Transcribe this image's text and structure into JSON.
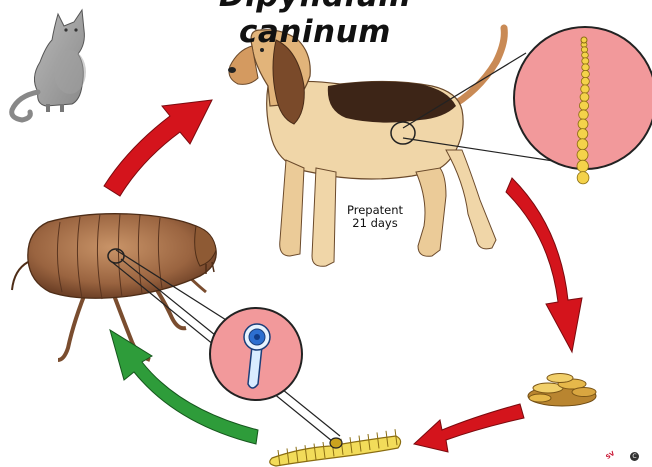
{
  "diagram": {
    "title": "Dipylidium caninum",
    "prepatent_line1": "Prepatent",
    "prepatent_line2": "21 days",
    "logo_text": "SV",
    "logo_mark": "C",
    "colors": {
      "arrow_red": "#d4141c",
      "arrow_green": "#2e9c3a",
      "zoom_circle_fill": "#f2999b",
      "tapeworm": "#f4d24a",
      "flea_body": "#a8714a",
      "larva": "#f2dc5a",
      "egg_packet": "#d4a13a"
    }
  }
}
